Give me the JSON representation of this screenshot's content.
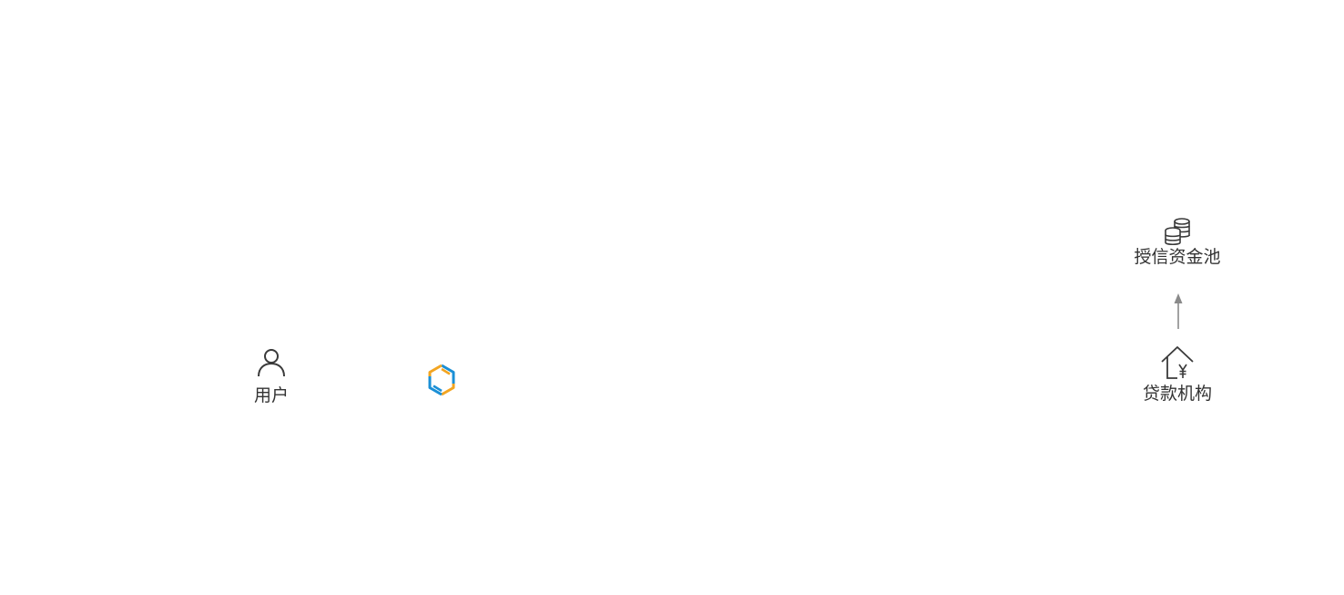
{
  "nodes": {
    "user": {
      "label": "用户",
      "icon": "user-icon"
    },
    "platform": {
      "icon": "platform-logo-icon",
      "colors": [
        "#1a8fd6",
        "#f3a521",
        "#1a8fd6"
      ]
    },
    "credit_pool": {
      "label": "授信资金池",
      "icon": "coins-stack-icon"
    },
    "lender": {
      "label": "贷款机构",
      "icon": "house-yen-icon"
    }
  },
  "edges": [
    {
      "from": "lender",
      "to": "credit_pool",
      "style": "arrow-up"
    }
  ],
  "colors": {
    "text": "#333333",
    "icon_stroke": "#3a3a3a",
    "arrow": "#8a8a8a",
    "logo_blue": "#1a8fd6",
    "logo_orange": "#f3a521"
  }
}
